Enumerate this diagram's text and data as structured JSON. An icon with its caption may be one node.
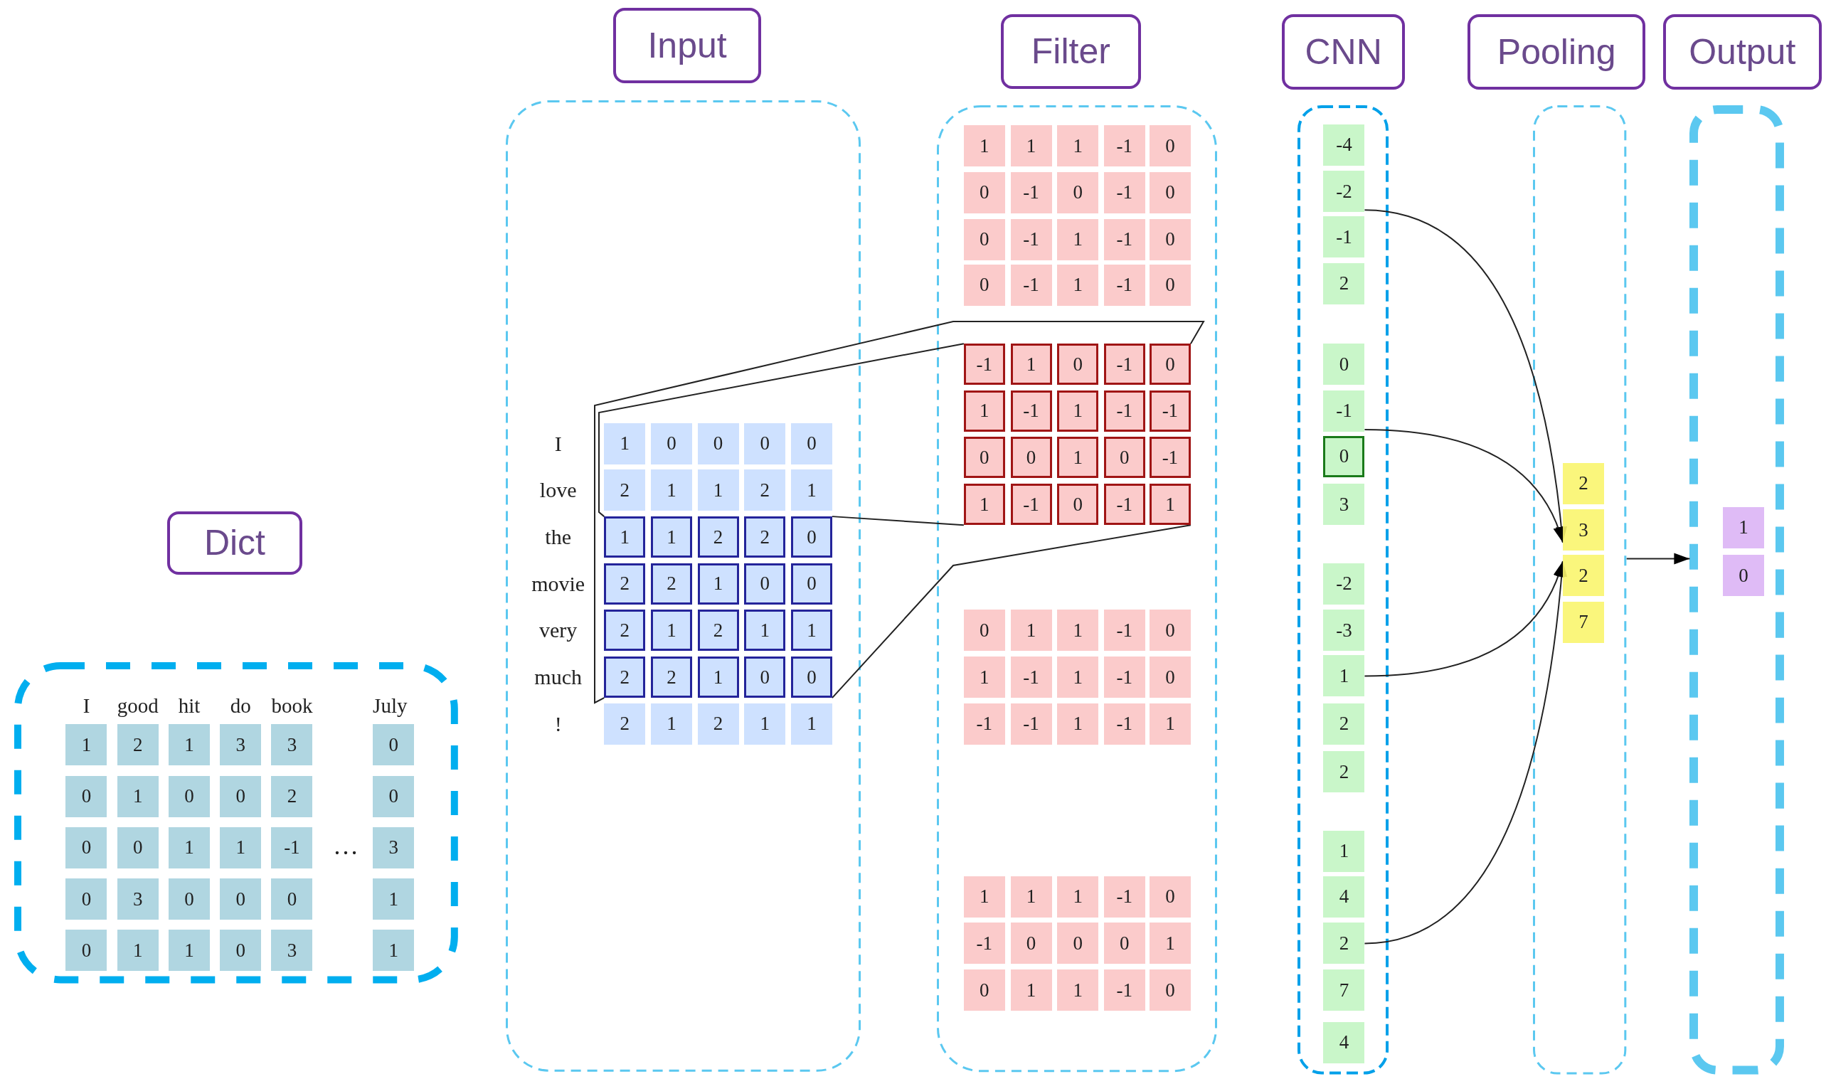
{
  "diagram": {
    "nodes": [
      {
        "text": [
          "Dict"
        ]
      },
      {
        "text": [],
        "shape": "box"
      },
      {
        "text": [
          "1"
        ],
        "in": 1
      },
      {
        "text": [
          "2"
        ],
        "in": 1
      },
      {
        "text": [
          "1"
        ],
        "in": 1
      },
      {
        "text": [
          "3"
        ],
        "in": 1
      },
      {
        "text": [
          "3"
        ],
        "in": 1
      },
      {
        "text": [
          "0"
        ],
        "in": 1
      },
      {
        "text": [
          "0"
        ],
        "in": 1
      },
      {
        "text": [
          "1"
        ],
        "in": 1
      },
      {
        "text": [
          "0"
        ],
        "in": 1
      },
      {
        "text": [
          "0"
        ],
        "in": 1
      },
      {
        "text": [
          "2"
        ],
        "in": 1
      },
      {
        "text": [
          "0"
        ],
        "in": 1
      },
      {
        "text": [
          "0"
        ],
        "in": 1
      },
      {
        "text": [
          "0"
        ],
        "in": 1
      },
      {
        "text": [
          "1"
        ],
        "in": 1
      },
      {
        "text": [
          "1"
        ],
        "in": 1
      },
      {
        "text": [
          "-1"
        ],
        "in": 1
      },
      {
        "text": [
          "3"
        ],
        "in": 1
      },
      {
        "text": [
          "0"
        ],
        "in": 1
      },
      {
        "text": [
          "3"
        ],
        "in": 1
      },
      {
        "text": [
          "0"
        ],
        "in": 1
      },
      {
        "text": [
          "0"
        ],
        "in": 1
      },
      {
        "text": [
          "0"
        ],
        "in": 1
      },
      {
        "text": [
          "1"
        ],
        "in": 1
      },
      {
        "text": [
          "0"
        ],
        "in": 1
      },
      {
        "text": [
          "1"
        ],
        "in": 1
      },
      {
        "text": [
          "1"
        ],
        "in": 1
      },
      {
        "text": [
          "0"
        ],
        "in": 1
      },
      {
        "text": [
          "3"
        ],
        "in": 1
      },
      {
        "text": [
          "1"
        ],
        "in": 1
      },
      {
        "text": [
          "Input"
        ]
      },
      {
        "text": [],
        "shape": "box"
      },
      {
        "text": [
          "1"
        ],
        "in": 33
      },
      {
        "text": [
          "0"
        ],
        "in": 33
      },
      {
        "text": [
          "0"
        ],
        "in": 33
      },
      {
        "text": [
          "0"
        ],
        "in": 33
      },
      {
        "text": [
          "0"
        ],
        "in": 33
      },
      {
        "text": [
          "2"
        ],
        "in": 33
      },
      {
        "text": [
          "1"
        ],
        "in": 33
      },
      {
        "text": [
          "1"
        ],
        "in": 33
      },
      {
        "text": [
          "2"
        ],
        "in": 33
      },
      {
        "text": [
          "1"
        ],
        "in": 33
      },
      {
        "text": [
          "1"
        ],
        "in": 33
      },
      {
        "text": [
          "1"
        ],
        "in": 33
      },
      {
        "text": [
          "2"
        ],
        "in": 33
      },
      {
        "text": [
          "2"
        ],
        "in": 33
      },
      {
        "text": [
          "0"
        ],
        "in": 33
      },
      {
        "text": [
          "2"
        ],
        "in": 33
      },
      {
        "text": [
          "2"
        ],
        "in": 33
      },
      {
        "text": [
          "1"
        ],
        "in": 33
      },
      {
        "text": [
          "0"
        ],
        "in": 33
      },
      {
        "text": [
          "0"
        ],
        "in": 33
      },
      {
        "text": [
          "2"
        ],
        "in": 33
      },
      {
        "text": [
          "1"
        ],
        "in": 33
      },
      {
        "text": [
          "2"
        ],
        "in": 33
      },
      {
        "text": [
          "1"
        ],
        "in": 33
      },
      {
        "text": [
          "1"
        ],
        "in": 33
      },
      {
        "text": [
          "2"
        ],
        "in": 33
      },
      {
        "text": [
          "2"
        ],
        "in": 33
      },
      {
        "text": [
          "1"
        ],
        "in": 33
      },
      {
        "text": [
          "0"
        ],
        "in": 33
      },
      {
        "text": [
          "0"
        ],
        "in": 33
      },
      {
        "text": [
          "2"
        ],
        "in": 33
      },
      {
        "text": [
          "1"
        ],
        "in": 33
      },
      {
        "text": [
          "2"
        ],
        "in": 33
      },
      {
        "text": [
          "1"
        ],
        "in": 33
      },
      {
        "text": [
          "1"
        ],
        "in": 33
      },
      {
        "text": [
          "Filter"
        ]
      },
      {
        "text": [],
        "shape": "box"
      },
      {
        "text": [
          "1"
        ],
        "in": 70
      },
      {
        "text": [
          "1"
        ],
        "in": 70
      },
      {
        "text": [
          "1"
        ],
        "in": 70
      },
      {
        "text": [
          "-1"
        ],
        "in": 70
      },
      {
        "text": [
          "0"
        ],
        "in": 70
      },
      {
        "text": [
          "0"
        ],
        "in": 70
      },
      {
        "text": [
          "-1"
        ],
        "in": 70
      },
      {
        "text": [
          "0"
        ],
        "in": 70
      },
      {
        "text": [
          "-1"
        ],
        "in": 70
      },
      {
        "text": [
          "0"
        ],
        "in": 70
      },
      {
        "text": [
          "0"
        ],
        "in": 70
      },
      {
        "text": [
          "-1"
        ],
        "in": 70
      },
      {
        "text": [
          "1"
        ],
        "in": 70
      },
      {
        "text": [
          "-1"
        ],
        "in": 70
      },
      {
        "text": [
          "0"
        ],
        "in": 70
      },
      {
        "text": [
          "0"
        ],
        "in": 70
      },
      {
        "text": [
          "-1"
        ],
        "in": 70
      },
      {
        "text": [
          "1"
        ],
        "in": 70
      },
      {
        "text": [
          "-1"
        ],
        "in": 70
      },
      {
        "text": [
          "0"
        ],
        "in": 70
      },
      {
        "text": [
          "-1"
        ],
        "in": 70
      },
      {
        "text": [
          "1"
        ],
        "in": 70
      },
      {
        "text": [
          "0"
        ],
        "in": 70
      },
      {
        "text": [
          "-1"
        ],
        "in": 70
      },
      {
        "text": [
          "0"
        ],
        "in": 70
      },
      {
        "text": [
          "1"
        ],
        "in": 70
      },
      {
        "text": [
          "-1"
        ],
        "in": 70
      },
      {
        "text": [
          "1"
        ],
        "in": 70
      },
      {
        "text": [
          "-1"
        ],
        "in": 70
      },
      {
        "text": [
          "-1"
        ],
        "in": 70
      },
      {
        "text": [
          "0"
        ],
        "in": 70
      },
      {
        "text": [
          "0"
        ],
        "in": 70
      },
      {
        "text": [
          "1"
        ],
        "in": 70
      },
      {
        "text": [
          "0"
        ],
        "in": 70
      },
      {
        "text": [
          "-1"
        ],
        "in": 70
      },
      {
        "text": [
          "1"
        ],
        "in": 70
      },
      {
        "text": [
          "-1"
        ],
        "in": 70
      },
      {
        "text": [
          "0"
        ],
        "in": 70
      },
      {
        "text": [
          "-1"
        ],
        "in": 70
      },
      {
        "text": [
          "1"
        ],
        "in": 70
      },
      {
        "text": [
          "0"
        ],
        "in": 70
      },
      {
        "text": [
          "1"
        ],
        "in": 70
      },
      {
        "text": [
          "1"
        ],
        "in": 70
      },
      {
        "text": [
          "-1"
        ],
        "in": 70
      },
      {
        "text": [
          "0"
        ],
        "in": 70
      },
      {
        "text": [
          "1"
        ],
        "in": 70
      },
      {
        "text": [
          "-1"
        ],
        "in": 70
      },
      {
        "text": [
          "1"
        ],
        "in": 70
      },
      {
        "text": [
          "-1"
        ],
        "in": 70
      },
      {
        "text": [
          "0"
        ],
        "in": 70
      },
      {
        "text": [
          "-1"
        ],
        "in": 70
      },
      {
        "text": [
          "-1"
        ],
        "in": 70
      },
      {
        "text": [
          "1"
        ],
        "in": 70
      },
      {
        "text": [
          "-1"
        ],
        "in": 70
      },
      {
        "text": [
          "1"
        ],
        "in": 70
      },
      {
        "text": [
          "1"
        ],
        "in": 70
      },
      {
        "text": [
          "1"
        ],
        "in": 70
      },
      {
        "text": [
          "1"
        ],
        "in": 70
      },
      {
        "text": [
          "-1"
        ],
        "in": 70
      },
      {
        "text": [
          "0"
        ],
        "in": 70
      },
      {
        "text": [
          "-1"
        ],
        "in": 70
      },
      {
        "text": [
          "0"
        ],
        "in": 70
      },
      {
        "text": [
          "0"
        ],
        "in": 70
      },
      {
        "text": [
          "0"
        ],
        "in": 70
      },
      {
        "text": [
          "1"
        ],
        "in": 70
      },
      {
        "text": [
          "0"
        ],
        "in": 70
      },
      {
        "text": [
          "1"
        ],
        "in": 70
      },
      {
        "text": [
          "1"
        ],
        "in": 70
      },
      {
        "text": [
          "-1"
        ],
        "in": 70
      },
      {
        "text": [
          "0"
        ],
        "in": 70
      },
      {
        "text": [
          "CNN"
        ]
      },
      {
        "text": [],
        "shape": "box"
      },
      {
        "text": [
          "-4"
        ],
        "in": 142
      },
      {
        "text": [
          "-2"
        ],
        "in": 142
      },
      {
        "text": [
          "-1"
        ],
        "in": 142
      },
      {
        "text": [
          "2"
        ],
        "in": 142
      },
      {
        "text": [
          "0"
        ],
        "in": 142
      },
      {
        "text": [
          "-1"
        ],
        "in": 142
      },
      {
        "text": [
          "0"
        ],
        "in": 142
      },
      {
        "text": [
          "3"
        ],
        "in": 142
      },
      {
        "text": [
          "-2"
        ],
        "in": 142
      },
      {
        "text": [
          "-3"
        ],
        "in": 142
      },
      {
        "text": [
          "1"
        ],
        "in": 142
      },
      {
        "text": [
          "2"
        ],
        "in": 142
      },
      {
        "text": [
          "2"
        ],
        "in": 142
      },
      {
        "text": [
          "1"
        ],
        "in": 142
      },
      {
        "text": [
          "4"
        ],
        "in": 142
      },
      {
        "text": [
          "2"
        ],
        "in": 142
      },
      {
        "text": [
          "7"
        ],
        "in": 142
      },
      {
        "text": [
          "4"
        ],
        "in": 142
      },
      {
        "text": [
          "Pooling"
        ]
      },
      {
        "text": [],
        "shape": "box"
      },
      {
        "text": [
          "2"
        ],
        "in": 162
      },
      {
        "text": [
          "3"
        ],
        "in": 162
      },
      {
        "text": [
          "2"
        ],
        "in": 162
      },
      {
        "text": [
          "7"
        ],
        "in": 162
      },
      {
        "text": [
          "Output"
        ]
      },
      {
        "text": [],
        "shape": "box"
      },
      {
        "text": [
          "1"
        ],
        "in": 168
      },
      {
        "text": [
          "0"
        ],
        "in": 168
      }
    ],
    "edges": [
      {
        "from": 44,
        "to": 91,
        "arrow": "none"
      },
      {
        "from": 48,
        "to": 106,
        "arrow": "none"
      },
      {
        "from": 59,
        "to": 95,
        "arrow": "none"
      },
      {
        "from": 63,
        "to": 110,
        "arrow": "none"
      },
      {
        "from": 144,
        "to": 164,
        "arrow": "to"
      },
      {
        "from": 148,
        "to": 164,
        "arrow": "to"
      },
      {
        "from": 153,
        "to": 165,
        "arrow": "to"
      },
      {
        "from": 158,
        "to": 165,
        "arrow": "to"
      },
      {
        "from": 162,
        "to": 168,
        "arrow": "to"
      }
    ],
    "labels": [
      "I",
      "good",
      "hit",
      "do",
      "book",
      "July",
      "…",
      "I",
      "love",
      "the",
      "movie",
      "very",
      "much",
      "!"
    ]
  }
}
